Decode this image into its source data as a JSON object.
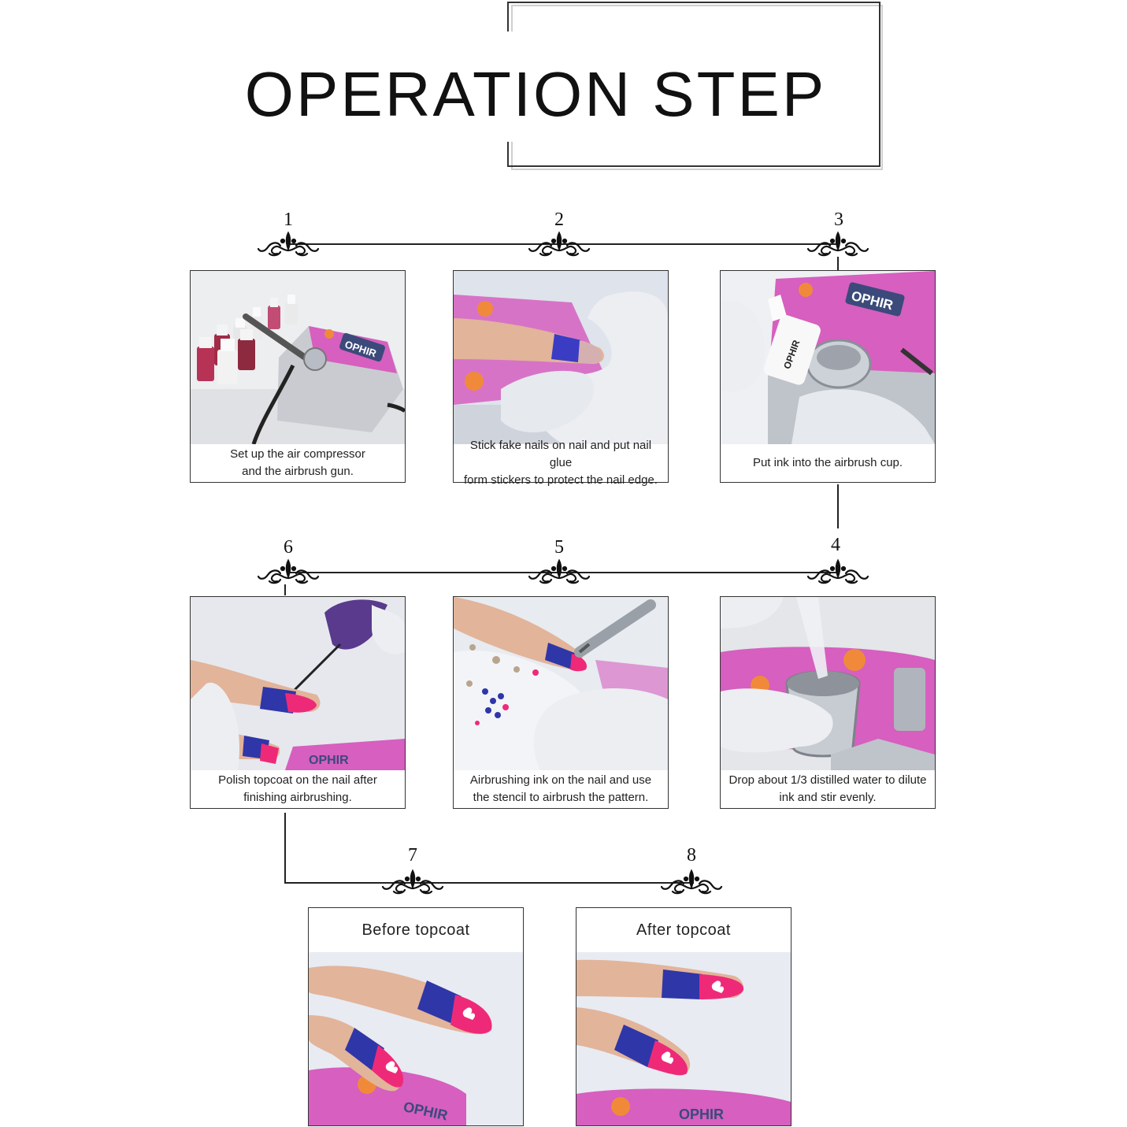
{
  "title": "OPERATION STEP",
  "steps": [
    {
      "num": "1",
      "caption_line1": "Set up the air compressor",
      "caption_line2": "and the airbrush gun."
    },
    {
      "num": "2",
      "caption_line1": "Stick fake nails on nail and put nail glue",
      "caption_line2": "form stickers to protect the nail edge."
    },
    {
      "num": "3",
      "caption_line1": "Put ink into the airbrush cup.",
      "caption_line2": ""
    },
    {
      "num": "4",
      "caption_line1": "Drop about 1/3 distilled water to dilute",
      "caption_line2": "ink and stir evenly."
    },
    {
      "num": "5",
      "caption_line1": "Airbrushing ink on the nail and use",
      "caption_line2": "the stencil to airbrush the pattern."
    },
    {
      "num": "6",
      "caption_line1": "Polish topcoat on the nail after",
      "caption_line2": "finishing airbrushing."
    },
    {
      "num": "7",
      "label": "Before topcoat"
    },
    {
      "num": "8",
      "label": "After topcoat"
    }
  ],
  "photo_text": {
    "brand": "OPHIR"
  },
  "colors": {
    "compressor_pink": "#d65fbf",
    "nail_magenta": "#ee2a78",
    "nail_blue": "#2f36a8",
    "glove": "#eceef2",
    "line": "#222222"
  }
}
